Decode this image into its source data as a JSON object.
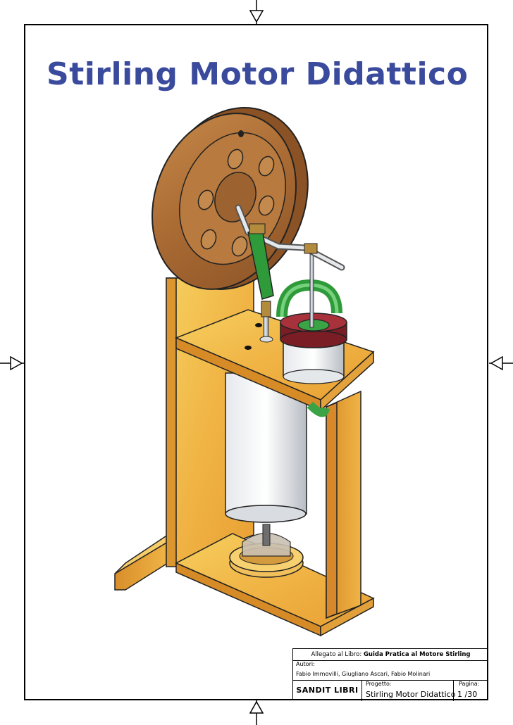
{
  "title": "Stirling Motor Didattico",
  "title_color": "#3a4a9c",
  "title_block": {
    "attached_prefix": "Allegato al Libro:",
    "attached_book": "Guida Pratica al Motore Stirling",
    "authors_label": "Autori:",
    "authors": "Fabio Immovilli, Giugliano Ascari, Fabio Molinari",
    "publisher": "SANDIT LIBRI",
    "project_label": "Progetto:",
    "project": "Stirling Motor Didattico",
    "page_label": "Pagina:",
    "page": "1 /30"
  },
  "icons": [
    "triangle-marker-icon"
  ]
}
